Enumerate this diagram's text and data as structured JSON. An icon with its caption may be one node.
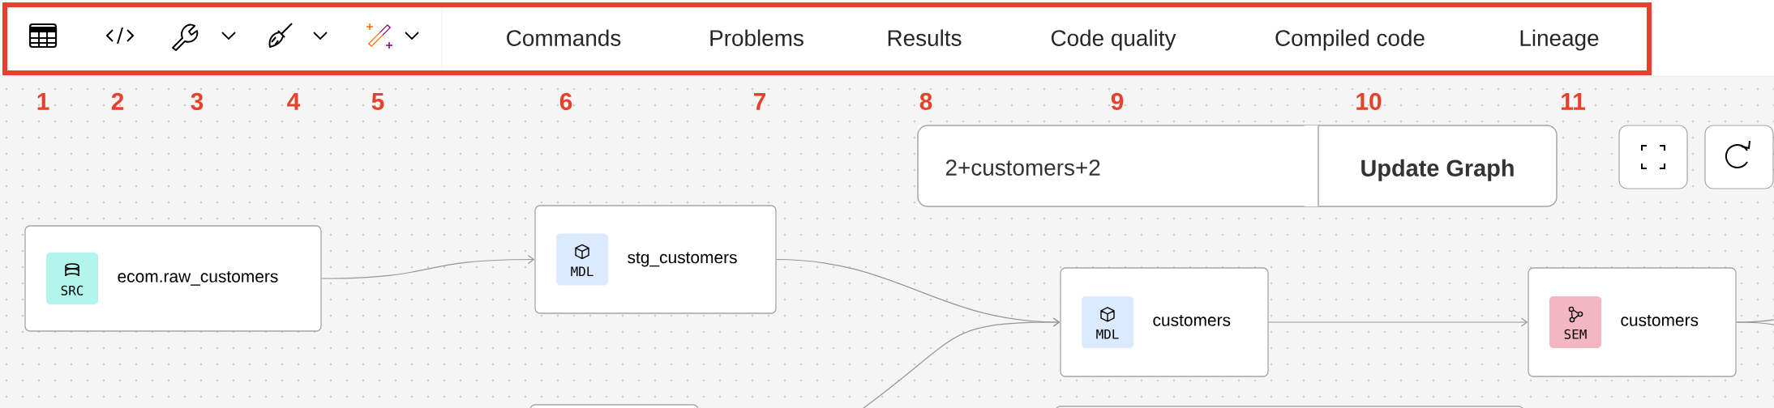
{
  "diagram": {
    "nodes": [
      {
        "text": [
          "SRC",
          "ecom.raw_customers"
        ]
      },
      {
        "text": [
          "MDL",
          "stg_customers"
        ]
      },
      {
        "text": [
          "MDL",
          "customers"
        ]
      },
      {
        "text": [
          "SEM",
          "customers"
        ]
      },
      {
        "text": [],
        "shape": "box"
      },
      {
        "text": [],
        "shape": "box"
      }
    ],
    "edges": [
      {
        "from": 0,
        "to": 1,
        "arrow": "to"
      },
      {
        "from": 1,
        "to": 2,
        "arrow": "to"
      },
      {
        "from": null,
        "to": 2,
        "arrow": "to"
      },
      {
        "from": 2,
        "to": 3,
        "arrow": "to"
      },
      {
        "from": 3,
        "to": null,
        "arrow": "none"
      },
      {
        "from": 3,
        "to": null,
        "arrow": "none"
      }
    ],
    "labels": [
      "Commands",
      "Problems",
      "Results",
      "Code quality",
      "Compiled code",
      "Lineage",
      "1",
      "2",
      "3",
      "4",
      "5",
      "6",
      "7",
      "8",
      "9",
      "10",
      "11",
      "2+customers+2",
      "Update Graph"
    ]
  }
}
